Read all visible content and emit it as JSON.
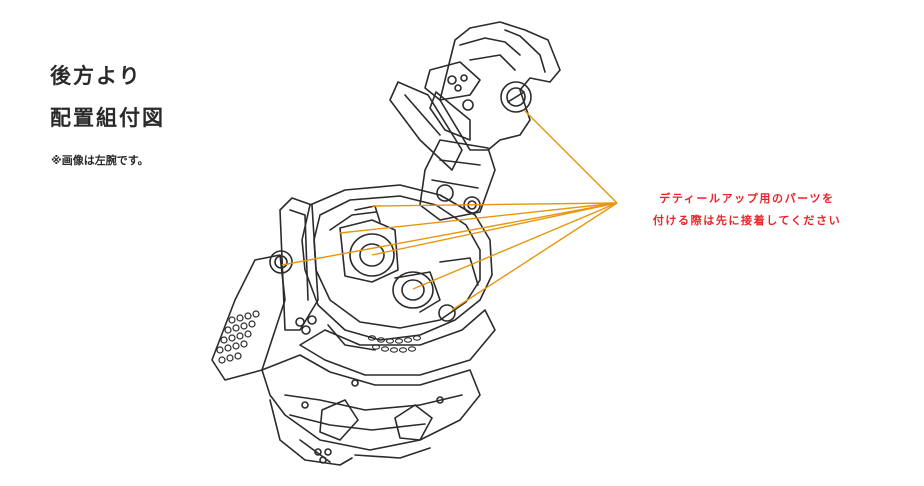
{
  "heading": {
    "line1": "後方より",
    "line2": "配置組付図"
  },
  "note": "※画像は左腕です。",
  "callout": {
    "line1": "デティールアップ用のパーツを",
    "line2": "付ける際は先に接着してください"
  },
  "colors": {
    "leader": "#e8960c",
    "callout_text": "#e8242a",
    "line_art": "#2b2b2b"
  },
  "figure": {
    "subject": "robot-left-forearm-line-art",
    "icon": "mecha-arm-drawing"
  }
}
